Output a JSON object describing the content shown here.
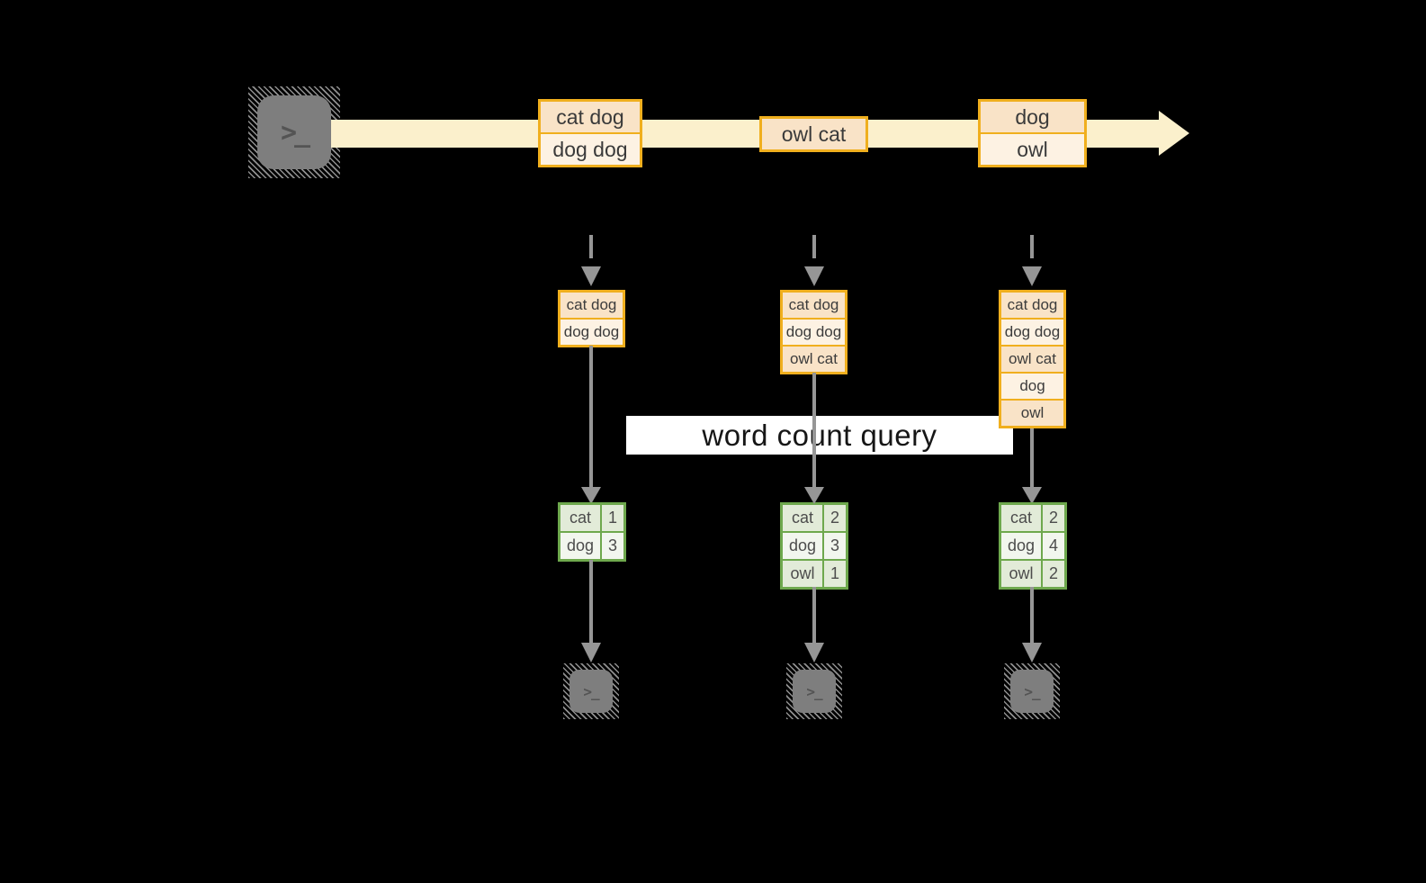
{
  "palette": {
    "background": "#000000",
    "band_fill": "#FBF0CC",
    "cell_peach": "#F9E3C7",
    "cell_cream": "#FDF2E3",
    "orange_border": "#F0AF1E",
    "green_border": "#6EA84D",
    "green_cell_dark": "#E2EBD8",
    "green_cell_light": "#F2F6EE",
    "arrow_gray": "#969696",
    "terminal_fill": "#7E7E7E",
    "banner_bg": "#FFFFFF",
    "banner_text_color": "#161616"
  },
  "source": {
    "prompt_glyph": ">_"
  },
  "stream_boxes": [
    {
      "items": [
        "cat dog",
        "dog dog"
      ]
    },
    {
      "items": [
        "owl cat"
      ]
    },
    {
      "items": [
        "dog",
        "owl"
      ]
    }
  ],
  "banner": {
    "label": "word count query"
  },
  "columns": [
    {
      "stack": [
        "cat dog",
        "dog dog"
      ],
      "counts": [
        {
          "word": "cat",
          "count": "1"
        },
        {
          "word": "dog",
          "count": "3"
        }
      ],
      "terminal": {
        "prompt_glyph": ">_"
      }
    },
    {
      "stack": [
        "cat dog",
        "dog dog",
        "owl cat"
      ],
      "counts": [
        {
          "word": "cat",
          "count": "2"
        },
        {
          "word": "dog",
          "count": "3"
        },
        {
          "word": "owl",
          "count": "1"
        }
      ],
      "terminal": {
        "prompt_glyph": ">_"
      }
    },
    {
      "stack": [
        "cat dog",
        "dog dog",
        "owl cat",
        "dog",
        "owl"
      ],
      "counts": [
        {
          "word": "cat",
          "count": "2"
        },
        {
          "word": "dog",
          "count": "4"
        },
        {
          "word": "owl",
          "count": "2"
        }
      ],
      "terminal": {
        "prompt_glyph": ">_"
      }
    }
  ]
}
